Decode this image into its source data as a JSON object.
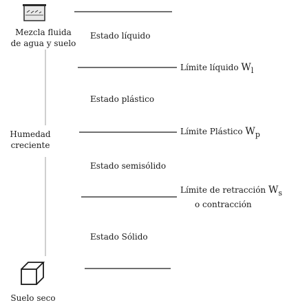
{
  "left_labels": {
    "mixture_line1": "Mezcla fluida",
    "mixture_line2": "de agua y suelo",
    "humidity_line1": "Humedad",
    "humidity_line2": "creciente",
    "dry_soil": "Suelo seco"
  },
  "states": {
    "liquid": "Estado líquido",
    "plastic": "Estado plástico",
    "semisolid": "Estado semisólido",
    "solid": "Estado Sólido"
  },
  "limits": {
    "liquid": {
      "text": "Límite líquido",
      "symbol": "W",
      "sub": "l"
    },
    "plastic": {
      "text": "Límite Plástico",
      "symbol": "W",
      "sub": "p"
    },
    "shrinkage": {
      "text": "Límite de retracción",
      "symbol": "W",
      "sub": "s",
      "line2": "o contracción"
    }
  },
  "icons": {
    "top": "beaker-with-fluid-icon",
    "bottom": "cube-icon"
  }
}
